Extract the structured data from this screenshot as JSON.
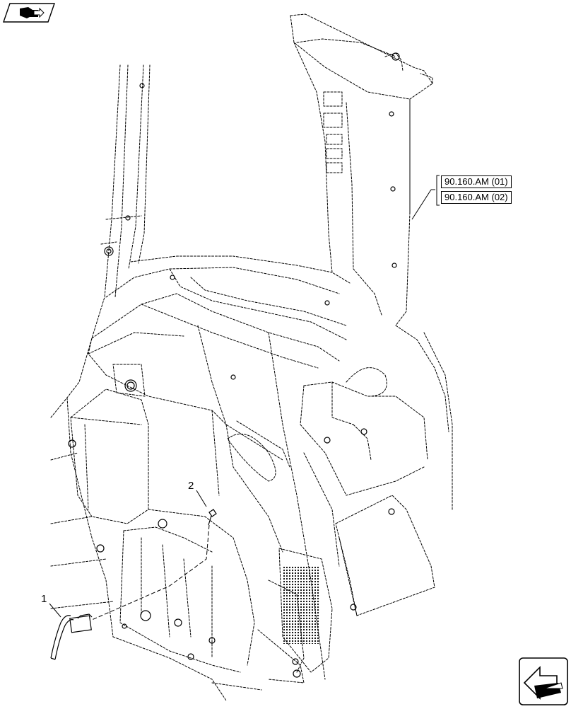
{
  "references": [
    {
      "code": "90.160.AM (01)"
    },
    {
      "code": "90.160.AM (02)"
    }
  ],
  "callouts": [
    {
      "number": "1",
      "part": "wiring-harness-connector"
    },
    {
      "number": "2",
      "part": "screw"
    }
  ],
  "icons": {
    "top_left": "book-arrow-icon",
    "bottom_right": "navigation-arrow-icon"
  },
  "colors": {
    "line": "#000000",
    "background": "#ffffff"
  }
}
